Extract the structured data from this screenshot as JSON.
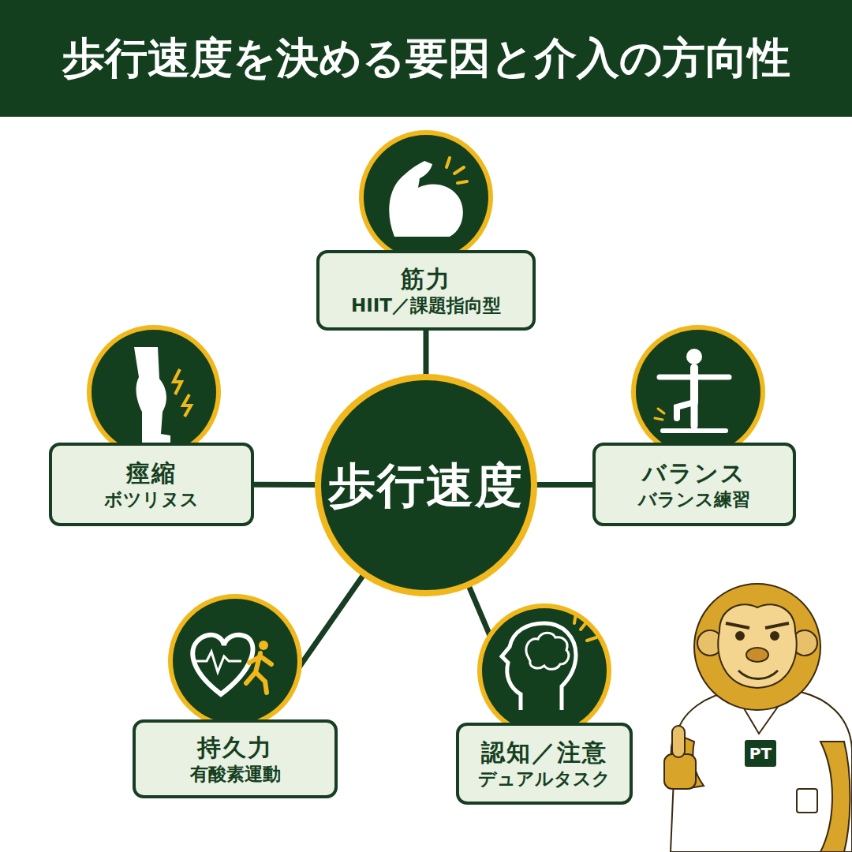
{
  "diagram": {
    "title": "歩行速度を決める要因と介入の方向性",
    "nodes": [
      {
        "text": [
          "歩行速度"
        ]
      },
      {
        "text": [
          "筋力",
          "HIIT／課題指向型"
        ]
      },
      {
        "text": [
          "痙縮",
          "ボツリヌス"
        ]
      },
      {
        "text": [
          "バランス",
          "バランス練習"
        ]
      },
      {
        "text": [
          "持久力",
          "有酸素運動"
        ]
      },
      {
        "text": [
          "認知／注意",
          "デュアルタスク"
        ]
      }
    ],
    "edges": [
      {
        "from": 0,
        "to": 1,
        "arrow": "none"
      },
      {
        "from": 0,
        "to": 2,
        "arrow": "none"
      },
      {
        "from": 0,
        "to": 3,
        "arrow": "none"
      },
      {
        "from": 0,
        "to": 4,
        "arrow": "none"
      },
      {
        "from": 0,
        "to": 5,
        "arrow": "none"
      }
    ],
    "labels": [
      "PT"
    ]
  }
}
